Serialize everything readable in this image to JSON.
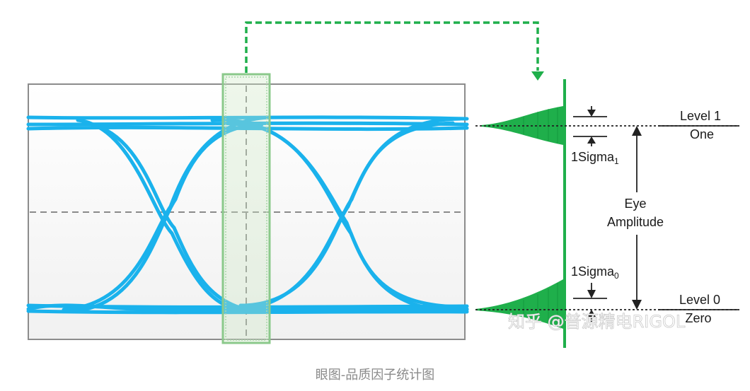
{
  "labels": {
    "level1_line1": "Level 1",
    "level1_line2": "One",
    "sigma1_main": "1Sigma",
    "sigma1_sub": "1",
    "eye_line1": "Eye",
    "eye_line2": "Amplitude",
    "sigma0_main": "1Sigma",
    "sigma0_sub": "0",
    "level0_line1": "Level 0",
    "level0_line2": "Zero"
  },
  "watermark": "知乎 @普源精电RIGOL",
  "caption": "眼图-品质因子统计图",
  "colors": {
    "trace": "#1AB2EC",
    "histogram": "#1FAF4B",
    "highlight": "#7CC87C",
    "arrow": "#1FAF4B"
  }
}
